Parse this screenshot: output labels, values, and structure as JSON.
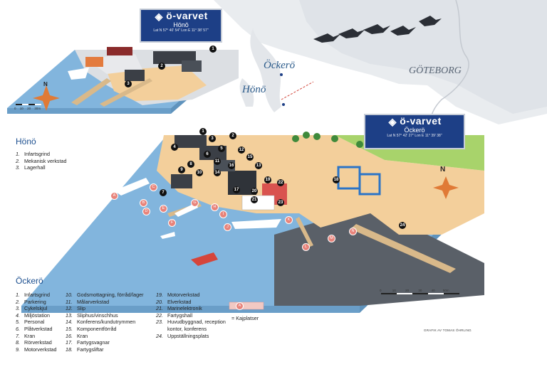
{
  "map": {
    "colors": {
      "water": "#7fb0d6",
      "land": "#f5d8ad",
      "grass": "#a8d36b",
      "building": "#3b3f46",
      "sign_bg": "#1d3f86",
      "accent_red": "#e8837a",
      "legend_title": "#1c4f8f"
    },
    "hono_sign": {
      "brand": "ö-varvet",
      "name": "Hönö",
      "coord": "Lat N 57° 40' 54\" Lon E 11° 38' 57\""
    },
    "ockero_sign": {
      "brand": "ö-varvet",
      "name": "Öckerö",
      "coord": "Lat N 57° 42' 27\" Lon E 11° 39' 38\""
    },
    "places": {
      "ockero": "Öckerö",
      "hono": "Hönö",
      "goteborg": "GÖTEBORG"
    },
    "compass_letter": "N",
    "hono_scale_ticks": [
      "0",
      "10",
      "20",
      "30m"
    ],
    "ockero_scale_ticks": [
      "0",
      "10",
      "20",
      "30",
      "40",
      "50m"
    ],
    "credit": "GRAFIK AV TOMAS ÖHRLING"
  },
  "legend": {
    "hono": {
      "title": "Hönö",
      "items": [
        {
          "n": "1.",
          "label": "Infartsgrind"
        },
        {
          "n": "2.",
          "label": "Mekanisk verkstad"
        },
        {
          "n": "3.",
          "label": "Lagerhall"
        }
      ]
    },
    "ockero": {
      "title": "Öckerö",
      "col1": [
        {
          "n": "1.",
          "label": "Infartsgrind"
        },
        {
          "n": "2.",
          "label": "Parkering"
        },
        {
          "n": "3.",
          "label": "Cykelskjul"
        },
        {
          "n": "4.",
          "label": "Miljöstation"
        },
        {
          "n": "5.",
          "label": "Personal"
        },
        {
          "n": "6.",
          "label": "Plåtverkstad"
        },
        {
          "n": "7.",
          "label": "Kran"
        },
        {
          "n": "8.",
          "label": "Rörverkstad"
        },
        {
          "n": "9.",
          "label": "Motorverkstad"
        }
      ],
      "col2": [
        {
          "n": "10.",
          "label": "Godsmottagning, förråd/lager"
        },
        {
          "n": "11.",
          "label": "Målarverkstad"
        },
        {
          "n": "12.",
          "label": "Slip"
        },
        {
          "n": "13.",
          "label": "Sliphus/vinschhus"
        },
        {
          "n": "14.",
          "label": "Konferens/kundutrymmen"
        },
        {
          "n": "15.",
          "label": "Komponentförråd"
        },
        {
          "n": "16.",
          "label": "Kran"
        },
        {
          "n": "17.",
          "label": "Fartygsvagnar"
        },
        {
          "n": "18.",
          "label": "Fartygsliftar"
        }
      ],
      "col3": [
        {
          "n": "19.",
          "label": "Motorverkstad"
        },
        {
          "n": "20.",
          "label": "Elverkstad"
        },
        {
          "n": "21.",
          "label": "Marinelektronik"
        },
        {
          "n": "22.",
          "label": "Fartygshall"
        },
        {
          "n": "23.",
          "label": "Huvudbyggnad, reception"
        },
        {
          "n": "",
          "label": "kontor, konferens"
        },
        {
          "n": "24.",
          "label": "Uppställningsplats"
        }
      ],
      "quay_symbol": "A",
      "quay_label": "= Kajplatser"
    }
  },
  "hono_markers": [
    "1",
    "2",
    "3"
  ],
  "ockero_markers": [
    "1",
    "2",
    "3",
    "4",
    "5",
    "6",
    "7",
    "8",
    "9",
    "10",
    "11",
    "12",
    "13",
    "14",
    "15",
    "16",
    "17",
    "18",
    "19",
    "20",
    "21",
    "22",
    "23",
    "24"
  ],
  "quay_markers": [
    "A",
    "B",
    "C",
    "D",
    "E",
    "F",
    "G",
    "H",
    "I",
    "J",
    "K",
    "L",
    "M",
    "N"
  ]
}
